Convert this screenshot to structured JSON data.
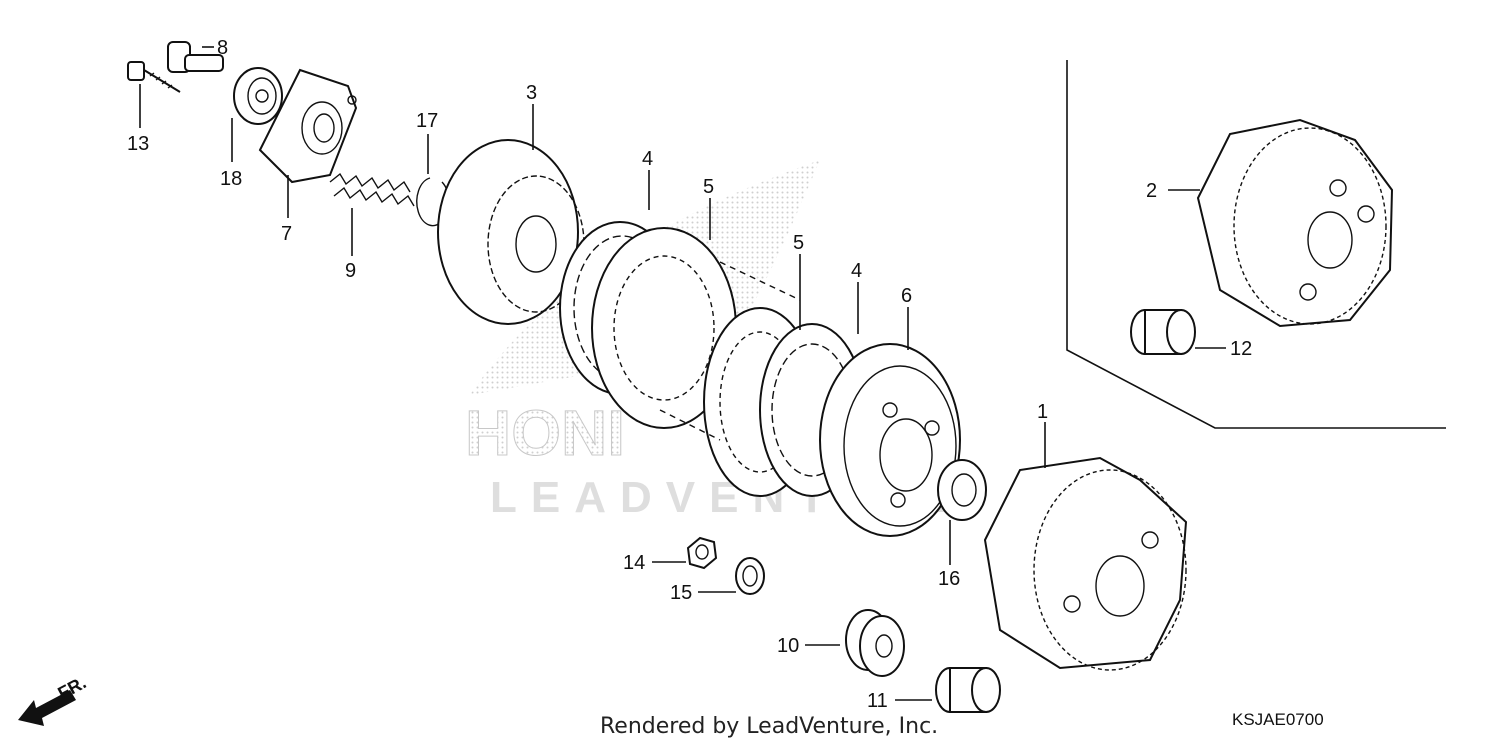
{
  "watermark": {
    "brand": "HONDA",
    "brand_visible": "HONI",
    "company": "LEADVENTURE",
    "color": "#d9d9d9"
  },
  "callouts": [
    {
      "id": "1",
      "label": "1"
    },
    {
      "id": "2",
      "label": "2"
    },
    {
      "id": "3",
      "label": "3"
    },
    {
      "id": "4a",
      "label": "4"
    },
    {
      "id": "4b",
      "label": "4"
    },
    {
      "id": "5a",
      "label": "5"
    },
    {
      "id": "5b",
      "label": "5"
    },
    {
      "id": "6",
      "label": "6"
    },
    {
      "id": "7",
      "label": "7"
    },
    {
      "id": "8",
      "label": "8"
    },
    {
      "id": "9",
      "label": "9"
    },
    {
      "id": "10",
      "label": "10"
    },
    {
      "id": "11",
      "label": "11"
    },
    {
      "id": "12",
      "label": "12"
    },
    {
      "id": "13",
      "label": "13"
    },
    {
      "id": "14",
      "label": "14"
    },
    {
      "id": "15",
      "label": "15"
    },
    {
      "id": "16",
      "label": "16"
    },
    {
      "id": "17",
      "label": "17"
    },
    {
      "id": "18",
      "label": "18"
    }
  ],
  "direction_label": "FR.",
  "footer": "Rendered by LeadVenture, Inc.",
  "diagram_code": "KSJAE0700"
}
